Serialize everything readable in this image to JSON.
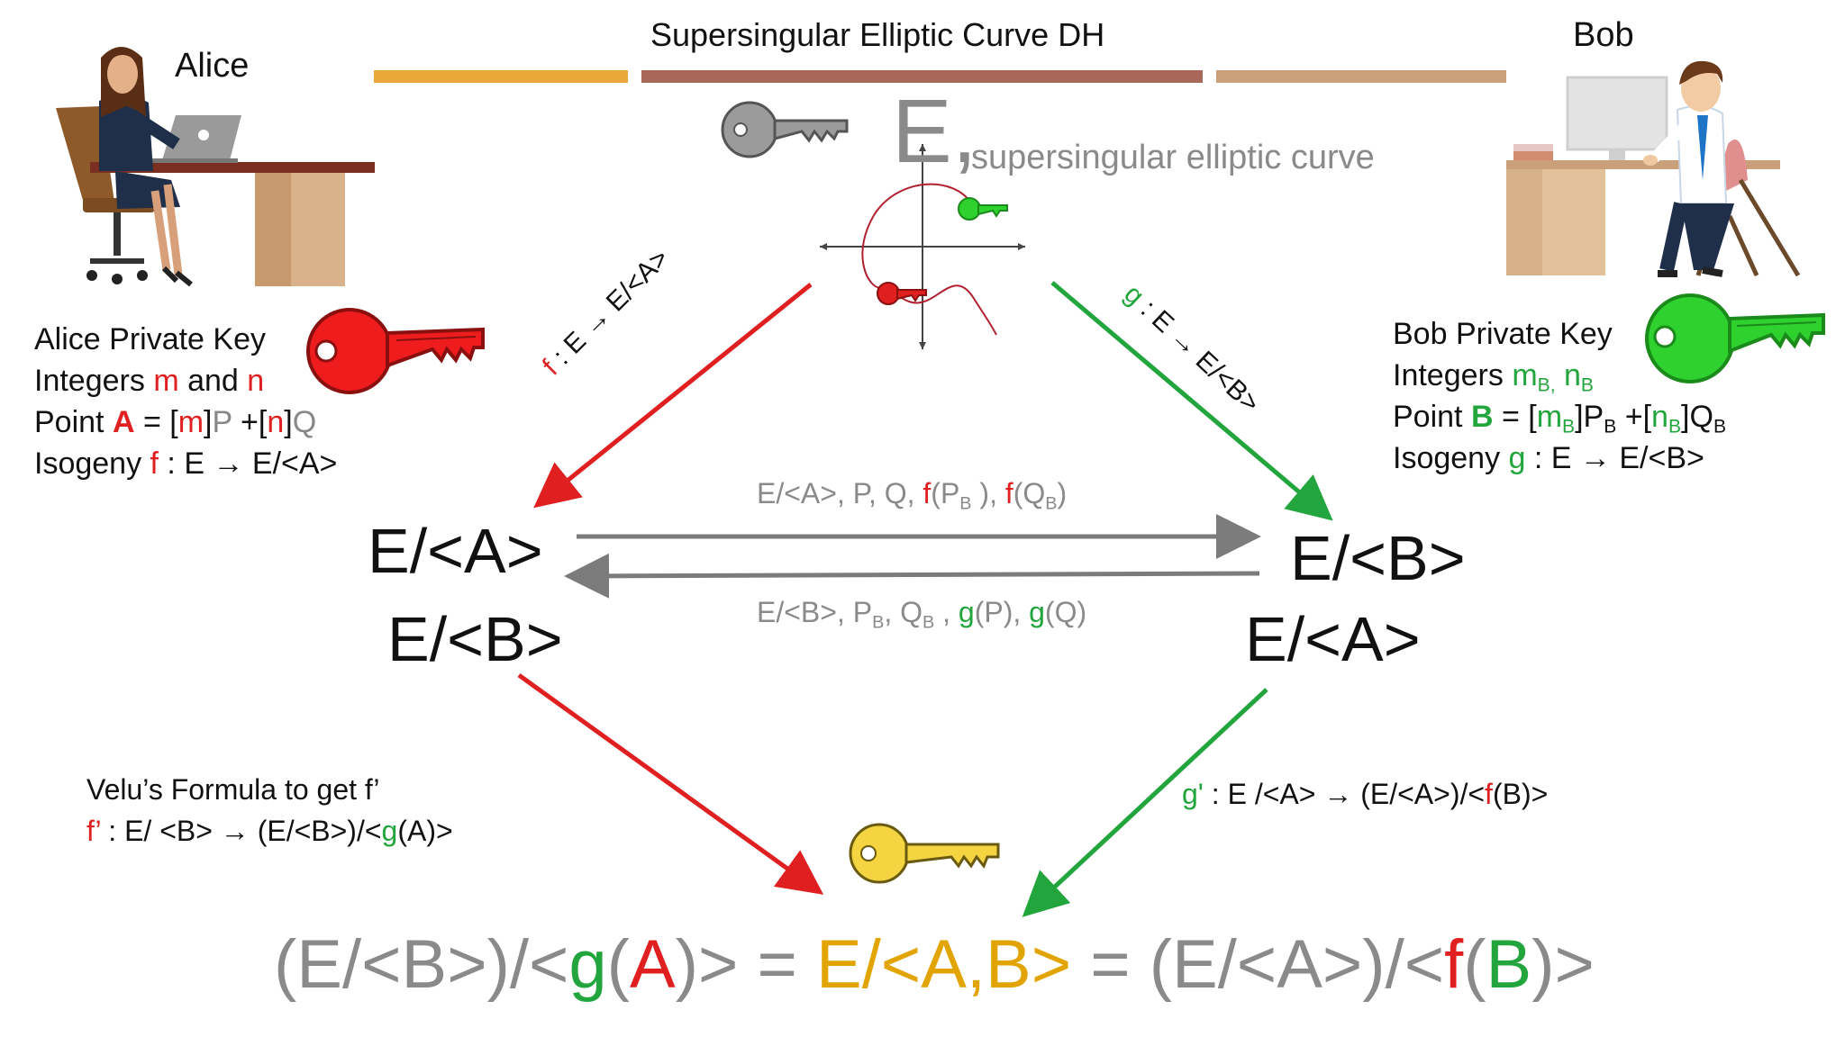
{
  "header": {
    "title": "Supersingular Elliptic Curve DH"
  },
  "alice": {
    "name": "Alice"
  },
  "bob": {
    "name": "Bob"
  },
  "curve": {
    "symbol": "E,",
    "description": "supersingular elliptic curve"
  },
  "alice_key": {
    "l1": "Alice Private Key",
    "l2a": "Integers ",
    "l2b": "m",
    "l2c": " and ",
    "l2d": "n",
    "l3a": "Point ",
    "l3b": "A",
    "l3c": " = [",
    "l3d": "m",
    "l3e": "]",
    "l3f": "P",
    "l3g": " +[",
    "l3h": "n",
    "l3i": "]",
    "l3j": "Q",
    "l4a": "Isogeny ",
    "l4b": "f",
    "l4c": " : E → E/<A>"
  },
  "bob_key": {
    "l1": "Bob Private Key",
    "l2a": "Integers ",
    "l2b": "m",
    "l2b_sub": "B,",
    "l2c": " n",
    "l2c_sub": "B",
    "l3a": "Point ",
    "l3b": "B",
    "l3c": " = [",
    "l3d": "m",
    "l3d_sub": "B",
    "l3e": "]P",
    "l3e_sub": "B",
    "l3f": " +[",
    "l3g": "n",
    "l3g_sub": "B",
    "l3h": "]Q",
    "l3h_sub": "B",
    "l4a": "Isogeny ",
    "l4b": "g",
    "l4c": " : E → E/<B>"
  },
  "arrows": {
    "f_label_a": "f",
    "f_label_b": " : E → E/<A>",
    "g_label_a": "g",
    "g_label_b": " : E → E/<B>"
  },
  "exchange": {
    "top_a": "E/<A>,  P, Q, ",
    "top_f1": "f",
    "top_b": "(P",
    "top_sub1": "B",
    "top_c": " ), ",
    "top_f2": "f",
    "top_d": "(Q",
    "top_sub2": "B",
    "top_e": ")",
    "bot_a": "E/<B>, P",
    "bot_sub1": "B",
    "bot_b": ", Q",
    "bot_sub2": "B",
    "bot_c": " , ",
    "bot_g1": "g",
    "bot_d": "(P), ",
    "bot_g2": "g",
    "bot_e": "(Q)"
  },
  "curves": {
    "left_top": "E/<A>",
    "left_bottom": "E/<B>",
    "right_top": "E/<B>",
    "right_bottom": "E/<A>"
  },
  "velu": {
    "l1": "Velu’s Formula to get f’",
    "l2a": "f’",
    "l2b": " : E/ <B> → (E/<B>)/<",
    "l2c": "g",
    "l2d": "(A)>"
  },
  "gprime": {
    "a": "g'",
    "b": " : E /<A> → (E/<A>)/<",
    "c": "f",
    "d": "(B)>"
  },
  "result": {
    "p1": "(E/<B>)/<",
    "p2": "g",
    "p3": "(",
    "p4": "A",
    "p5": ")> = ",
    "p6": "E/<A,B>",
    "p7": " = (E/<A>)/<",
    "p8": "f",
    "p9": "(",
    "p10": "B",
    "p11": ")>"
  },
  "colors": {
    "alice": "#e02020",
    "bob": "#22a53c",
    "shared": "#e2a400",
    "exchange": "#7b7b7b",
    "bar1": "#eba83a",
    "bar2": "#a9675a",
    "bar3": "#c9a07a"
  }
}
